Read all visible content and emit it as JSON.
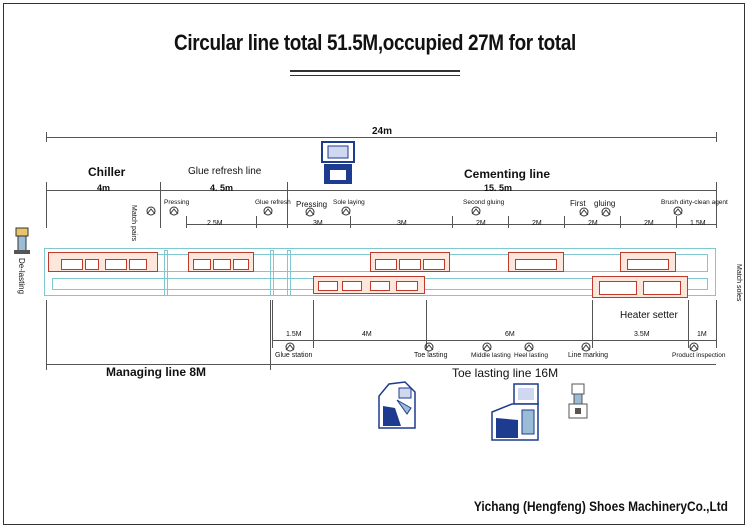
{
  "title": "Circular line total 51.5M,occupied 27M for total",
  "overall": "24m",
  "sections": {
    "chiller": "Chiller",
    "glue_refresh": "Glue refresh line",
    "cementing": "Cementing line",
    "managing": "Managing line 8M",
    "toe_lasting": "Toe lasting line 16M",
    "heater": "Heater setter"
  },
  "lengths": {
    "chiller": "4m",
    "glue_refresh": "4. 5m",
    "cementing": "15. 5m"
  },
  "top_stations": {
    "match_pairs": "Match pairs",
    "pressing1": "Pressing",
    "glue_refresh": "Glue refresh",
    "pressing2": "Pressing",
    "sole_laying": "Sole laying",
    "second_gluing": "Second gluing",
    "first": "First",
    "gluing": "gluing",
    "brush": "Brush dirty-clean agent"
  },
  "top_dims": [
    "2.5M",
    "3M",
    "3M",
    "2M",
    "2M",
    "2M",
    "2M",
    "1.5M"
  ],
  "bottom_stations": {
    "glue_station": "Glue station",
    "toe_lasting": "Toe lasting",
    "middle_lasting": "Middle lasting",
    "heel_lasting": "Heel lasting",
    "line_marking": "Line marking",
    "product_inspection": "Product inspection"
  },
  "bottom_dims": [
    "1.5M",
    "4M",
    "6M",
    "3.5M",
    "1M"
  ],
  "side_labels": {
    "left": "De-lasting",
    "right": "Match soles"
  },
  "footer": "Yichang (Hengfeng) Shoes MachineryCo.,Ltd"
}
